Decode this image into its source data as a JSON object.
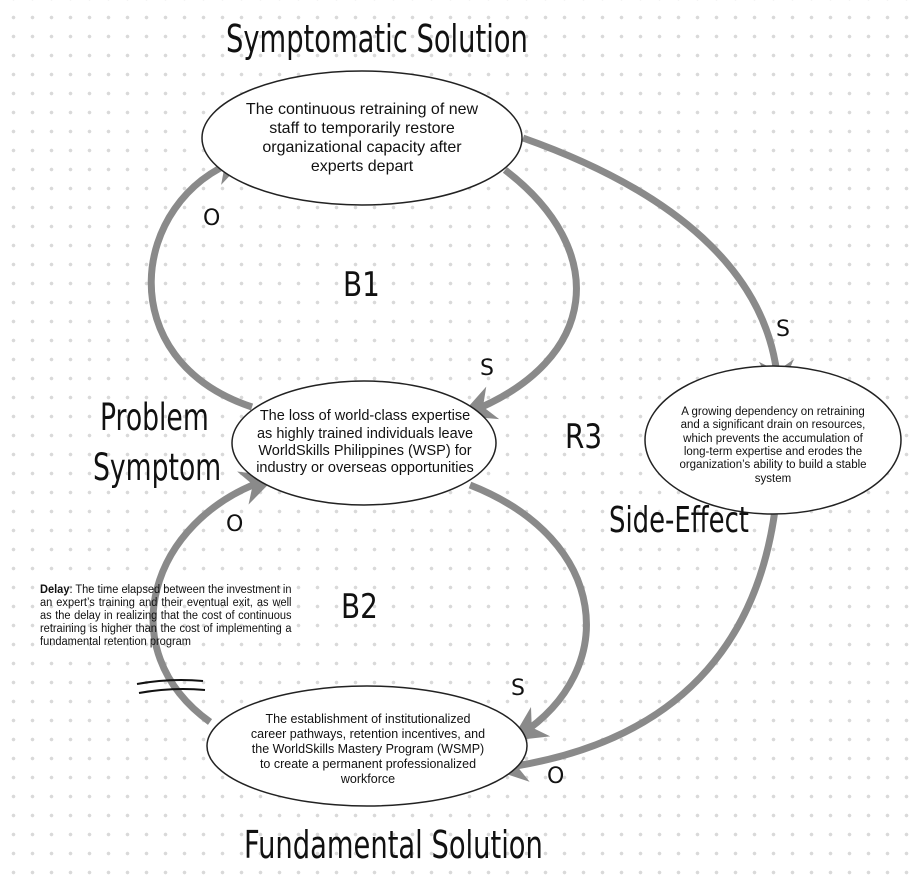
{
  "headings": {
    "symptomatic": "Symptomatic Solution",
    "problem_line1": "Problem",
    "problem_line2": "Symptom",
    "side_effect": "Side-Effect",
    "fundamental": "Fundamental Solution"
  },
  "nodes": {
    "symptomatic": "The continuous retraining of new staff to temporarily restore organizational capacity after experts depart",
    "problem": "The loss of world-class expertise as highly trained individuals leave WorldSkills Philippines (WSP) for industry or overseas opportunities",
    "side_effect": "A growing dependency on retraining and a significant drain on resources, which prevents the accumulation of long-term expertise and erodes the organization’s ability to build a stable system",
    "fundamental": "The establishment of institutionalized career pathways, retention incentives, and the WorldSkills Mastery Program (WSMP) to create a permanent professionalized workforce"
  },
  "loops": {
    "b1": "B1",
    "b2": "B2",
    "r3": "R3"
  },
  "polarities": {
    "problem_to_symptomatic": "O",
    "symptomatic_to_problem": "S",
    "symptomatic_to_side_effect": "S",
    "fundamental_to_problem": "O",
    "problem_to_fundamental": "S",
    "side_effect_to_fundamental": "O"
  },
  "delay": {
    "label": "Delay",
    "text": ": The time elapsed between the investment in an expert’s training and their eventual exit, as well as the delay in realizing that the cost of continuous retraining is higher than the cost of implementing a fundamental retention program"
  },
  "colors": {
    "arrow": "#8a8a8a",
    "text": "#111111",
    "node_border": "#222222"
  }
}
